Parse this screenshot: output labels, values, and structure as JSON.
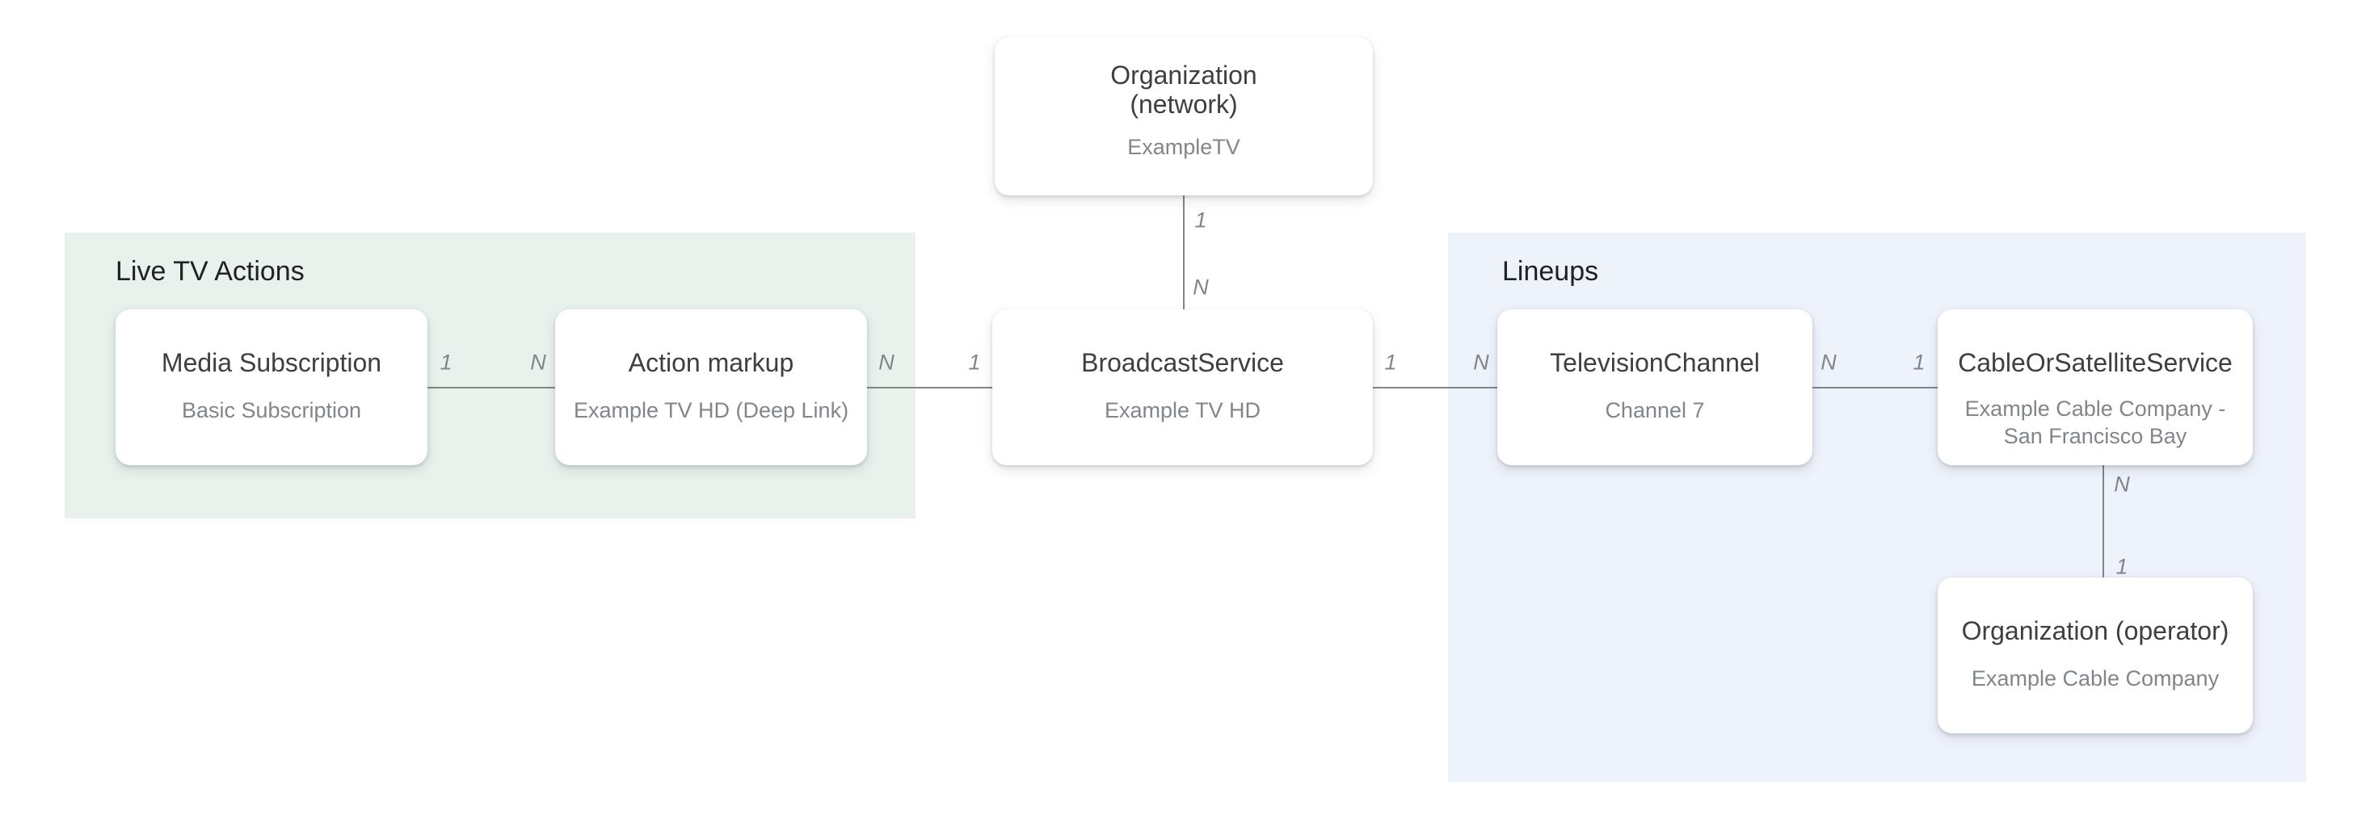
{
  "colors": {
    "background": "#FFFFFF",
    "group_live_tv_bg": "#E8F1EC",
    "group_lineups_bg": "#EDF2FB",
    "node_bg": "#FFFFFF",
    "node_title_text": "#3C4043",
    "node_subtitle_text": "#80868B",
    "group_title_text": "#202124",
    "edge_line": "#80868B",
    "edge_label_text": "#80868B"
  },
  "groups": {
    "live_tv_actions": {
      "label": "Live TV Actions"
    },
    "lineups": {
      "label": "Lineups"
    }
  },
  "nodes": {
    "org_network": {
      "title_line1": "Organization",
      "title_line2": "(network)",
      "subtitle": "ExampleTV"
    },
    "media_subscription": {
      "title": "Media Subscription",
      "subtitle": "Basic Subscription"
    },
    "action_markup": {
      "title": "Action markup",
      "subtitle": "Example TV HD (Deep Link)"
    },
    "broadcast_service": {
      "title": "BroadcastService",
      "subtitle": "Example TV HD"
    },
    "television_channel": {
      "title": "TelevisionChannel",
      "subtitle": "Channel 7"
    },
    "cable_or_satellite_service": {
      "title": "CableOrSatelliteService",
      "subtitle": "Example Cable Company - San Francisco Bay"
    },
    "org_operator": {
      "title": "Organization (operator)",
      "subtitle": "Example Cable Company"
    }
  },
  "edges": {
    "network_to_broadcast": {
      "top_label": "1",
      "bottom_label": "N"
    },
    "media_to_action": {
      "left_label": "1",
      "right_label": "N"
    },
    "action_to_broadcast": {
      "left_label": "N",
      "right_label": "1"
    },
    "broadcast_to_channel": {
      "left_label": "1",
      "right_label": "N"
    },
    "channel_to_cable": {
      "left_label": "N",
      "right_label": "1"
    },
    "cable_to_operator": {
      "top_label": "N",
      "bottom_label": "1"
    }
  }
}
